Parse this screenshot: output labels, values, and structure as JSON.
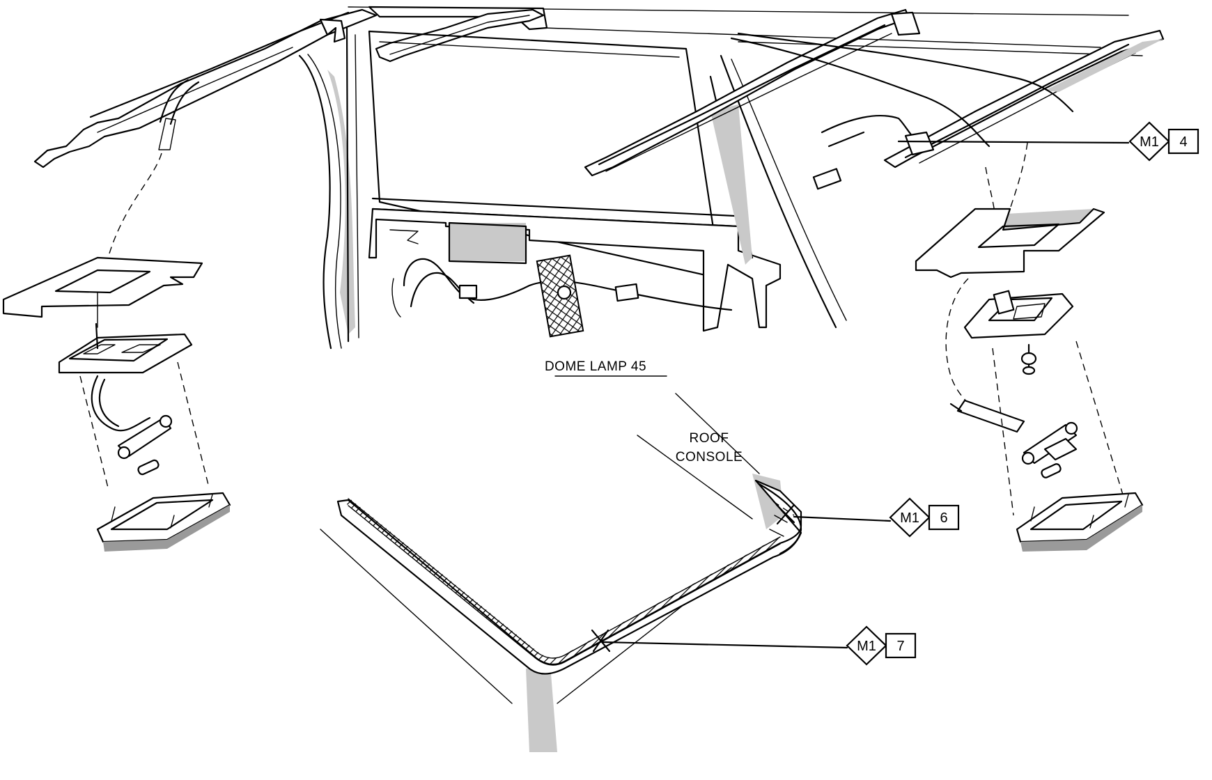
{
  "title": "DOME LAMP 45",
  "console_label": [
    "ROOF",
    "CONSOLE"
  ],
  "references": [
    {
      "id": "ref-4",
      "page": "M1",
      "number": "4"
    },
    {
      "id": "ref-6",
      "page": "M1",
      "number": "6"
    },
    {
      "id": "ref-7",
      "page": "M1",
      "number": "7"
    }
  ]
}
